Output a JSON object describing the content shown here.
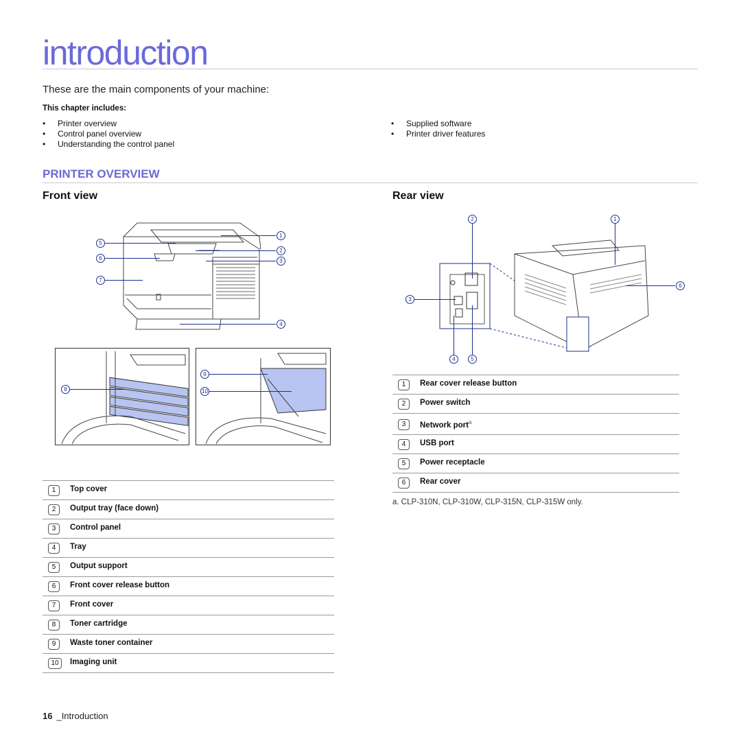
{
  "page": {
    "chapter_title": "introduction",
    "subtitle": "These are the main components of your machine:",
    "includes_label": "This chapter includes:",
    "includes_left": [
      "Printer overview",
      "Control panel overview",
      "Understanding the control panel"
    ],
    "includes_right": [
      "Supplied software",
      "Printer driver features"
    ],
    "bullet_char": "•",
    "section_title": "PRINTER OVERVIEW",
    "front_view_heading": "Front view",
    "rear_view_heading": "Rear view"
  },
  "front_callouts": [
    "1",
    "2",
    "3",
    "4",
    "5",
    "6",
    "7",
    "8",
    "9",
    "10"
  ],
  "rear_callouts": [
    "1",
    "2",
    "3",
    "4",
    "5",
    "6"
  ],
  "front_legend": [
    {
      "num": "1",
      "label": "Top cover"
    },
    {
      "num": "2",
      "label": "Output tray (face down)"
    },
    {
      "num": "3",
      "label": "Control panel"
    },
    {
      "num": "4",
      "label": "Tray"
    },
    {
      "num": "5",
      "label": "Output support"
    },
    {
      "num": "6",
      "label": "Front cover release button"
    },
    {
      "num": "7",
      "label": "Front cover"
    },
    {
      "num": "8",
      "label": "Toner cartridge"
    },
    {
      "num": "9",
      "label": "Waste toner container"
    },
    {
      "num": "10",
      "label": "Imaging unit"
    }
  ],
  "rear_legend": [
    {
      "num": "1",
      "label": "Rear cover release button"
    },
    {
      "num": "2",
      "label": "Power switch"
    },
    {
      "num": "3",
      "label": "Network port",
      "sup": "a"
    },
    {
      "num": "4",
      "label": "USB port"
    },
    {
      "num": "5",
      "label": "Power receptacle"
    },
    {
      "num": "6",
      "label": "Rear cover"
    }
  ],
  "footnote": "a. CLP-310N, CLP-310W, CLP-315N, CLP-315W only.",
  "footer": {
    "page_number": "16",
    "section": "_Introduction"
  },
  "colors": {
    "accent": "#6a6ad6",
    "callout": "#1d2f8f",
    "toner_highlight": "#b8c4f2"
  }
}
